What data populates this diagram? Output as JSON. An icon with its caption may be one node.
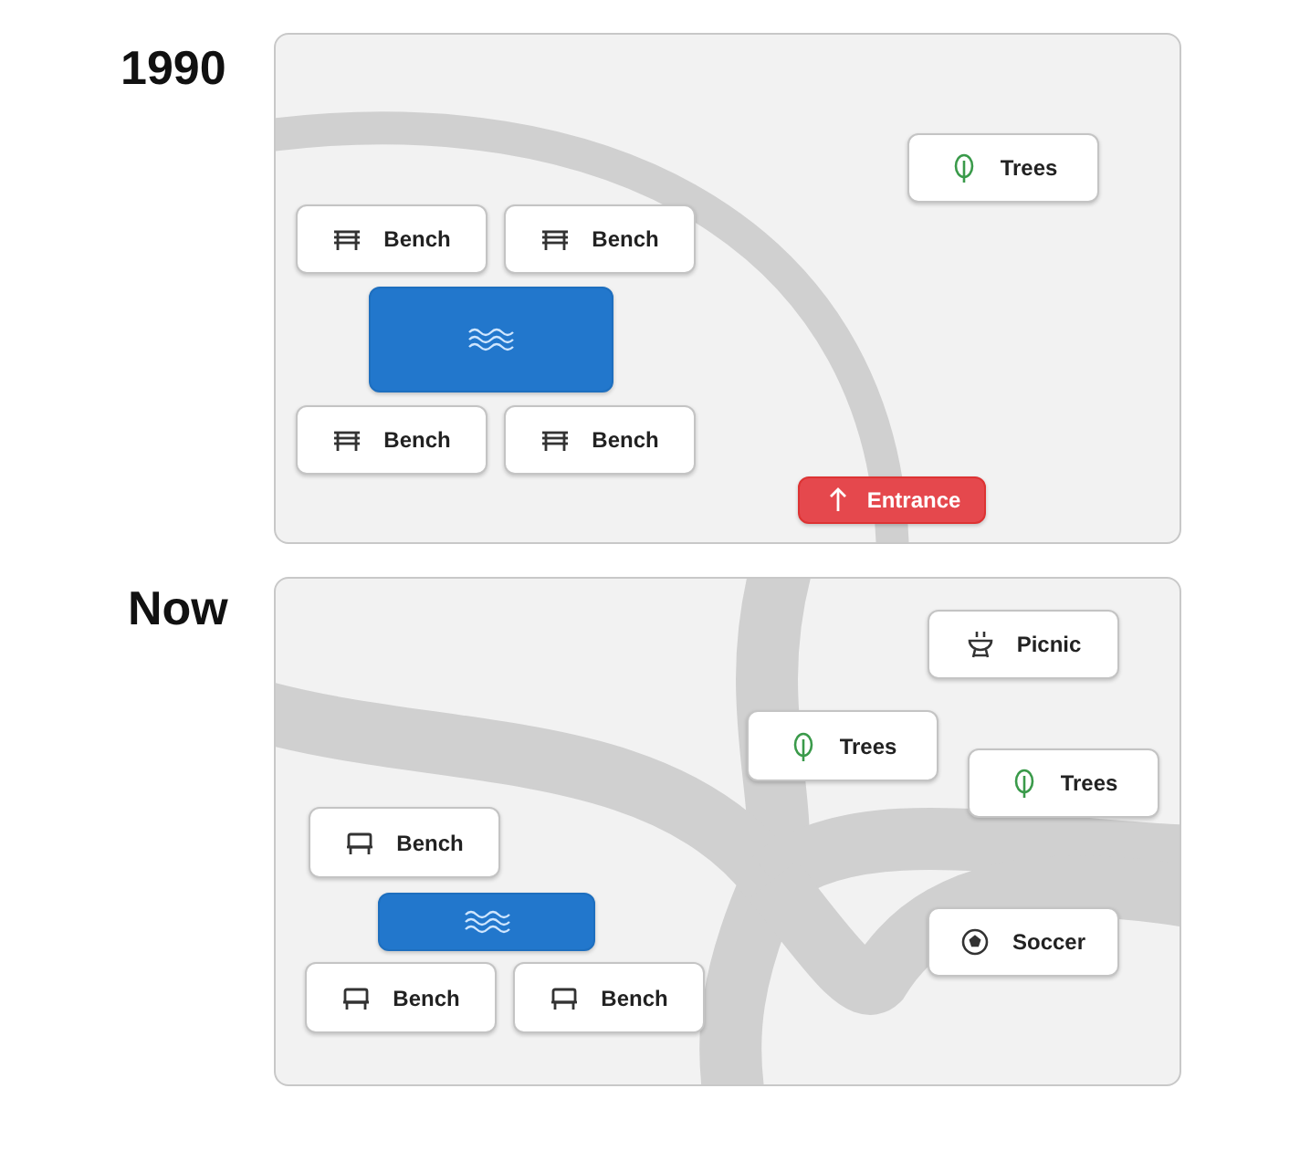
{
  "diagram": {
    "nodes": [
      {
        "text": [
          "1990"
        ]
      },
      {
        "text": [
          "Trees"
        ],
        "in": 0
      },
      {
        "text": [
          "Bench"
        ],
        "in": 0
      },
      {
        "text": [
          "Bench"
        ],
        "in": 0
      },
      {
        "text": [],
        "shape": "box",
        "in": 0
      },
      {
        "text": [
          "Bench"
        ],
        "in": 0
      },
      {
        "text": [
          "Bench"
        ],
        "in": 0
      },
      {
        "text": [
          "Entrance"
        ],
        "in": 0
      },
      {
        "text": [
          "Now"
        ]
      },
      {
        "text": [
          "Picnic"
        ],
        "in": 8
      },
      {
        "text": [
          "Trees"
        ],
        "in": 8
      },
      {
        "text": [
          "Trees"
        ],
        "in": 8
      },
      {
        "text": [
          "Bench"
        ],
        "in": 8
      },
      {
        "text": [],
        "shape": "box",
        "in": 8
      },
      {
        "text": [
          "Bench"
        ],
        "in": 8
      },
      {
        "text": [
          "Bench"
        ],
        "in": 8
      },
      {
        "text": [
          "Soccer"
        ],
        "in": 8
      }
    ]
  }
}
